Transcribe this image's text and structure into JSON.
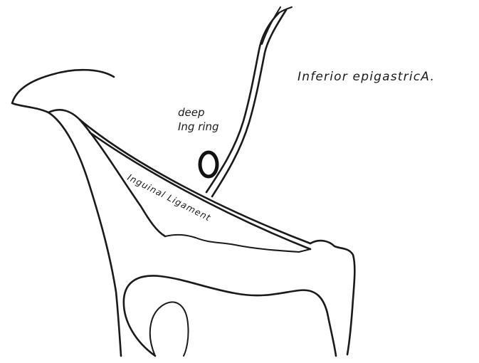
{
  "labels": {
    "artery": "Inferior epigastricA.",
    "deep_ring_line1": "deep",
    "deep_ring_line2": "Ing ring",
    "ligament": "Inguinal Ligament"
  },
  "colors": {
    "ink": "#1a1a1a",
    "background": "#ffffff"
  }
}
